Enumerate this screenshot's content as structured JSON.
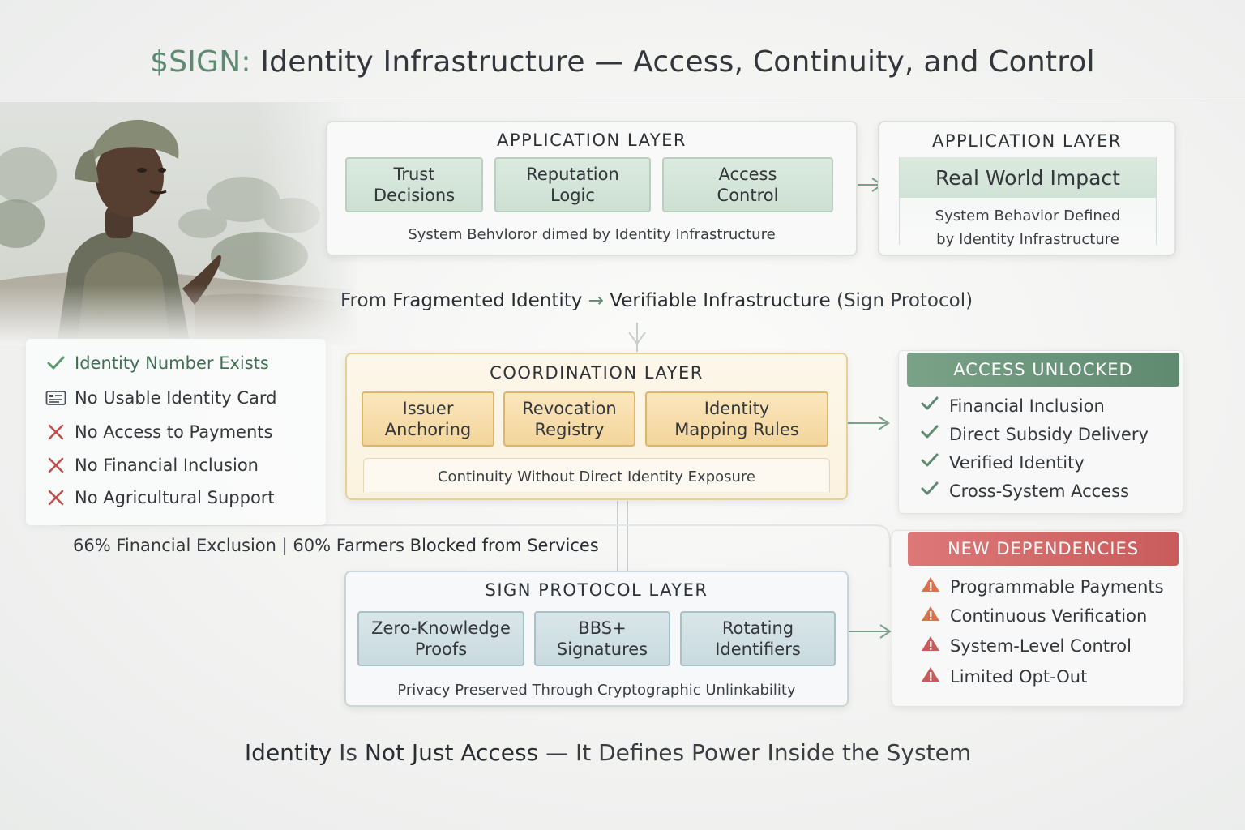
{
  "title": {
    "accent": "$SIGN:",
    "main": "Identity Infrastructure — Access, Continuity, and Control"
  },
  "application_layer": {
    "title": "APPLICATION LAYER",
    "items": [
      "Trust\nDecisions",
      "Reputation\nLogic",
      "Access\nControl"
    ],
    "caption": "System Behvloror dimed by Identity Infrastructure"
  },
  "application_layer_right": {
    "title": "APPLICATION LAYER",
    "impact": "Real World Impact",
    "description_line1": "System Behavior Defined",
    "description_line2": "by Identity Infrastructure"
  },
  "transition": {
    "from": "From",
    "fragmented": "Fragmented Identity",
    "arrow": "→",
    "verifiable": "Verifiable Infrastructure",
    "protocol": "(Sign Protocol)"
  },
  "status_list": [
    {
      "icon": "check-icon",
      "label": "Identity Number Exists"
    },
    {
      "icon": "id-card-icon",
      "label": "No Usable Identity Card"
    },
    {
      "icon": "cross-icon",
      "label": "No Access to Payments"
    },
    {
      "icon": "cross-icon",
      "label": "No Financial Inclusion"
    },
    {
      "icon": "cross-icon",
      "label": "No Agricultural Support"
    }
  ],
  "stats": {
    "part1": "66% Financial Exclusion",
    "separator": "|",
    "part2": "60% Farmers",
    "part3": "Blocked from Services"
  },
  "coordination_layer": {
    "title": "COORDINATION LAYER",
    "items": [
      "Issuer\nAnchoring",
      "Revocation\nRegistry",
      "Identity\nMapping Rules"
    ],
    "caption": "Continuity Without Direct Identity Exposure"
  },
  "access_unlocked": {
    "title": "ACCESS UNLOCKED",
    "items": [
      "Financial Inclusion",
      "Direct Subsidy Delivery",
      "Verified Identity",
      "Cross-System Access"
    ]
  },
  "new_dependencies": {
    "title": "NEW DEPENDENCIES",
    "items": [
      "Programmable Payments",
      "Continuous Verification",
      "System-Level Control",
      "Limited Opt-Out"
    ]
  },
  "sign_protocol_layer": {
    "title": "SIGN PROTOCOL LAYER",
    "items": [
      "Zero-Knowledge\nProofs",
      "BBS+\nSignatures",
      "Rotating\nIdentifiers"
    ],
    "caption": "Privacy Preserved Through Cryptographic Unlinkability"
  },
  "tagline": {
    "part1": "Identity",
    "part2": "Is",
    "part3": "Not Just Access",
    "part4": "— It Defines Power Inside the System"
  },
  "colors": {
    "green_accent": "#5d8a70",
    "access_header": "#6e9a7e",
    "deps_header": "#d46a6a",
    "warning": "#d9714a",
    "cross": "#c0504d",
    "amber_border": "#dcb56e"
  }
}
